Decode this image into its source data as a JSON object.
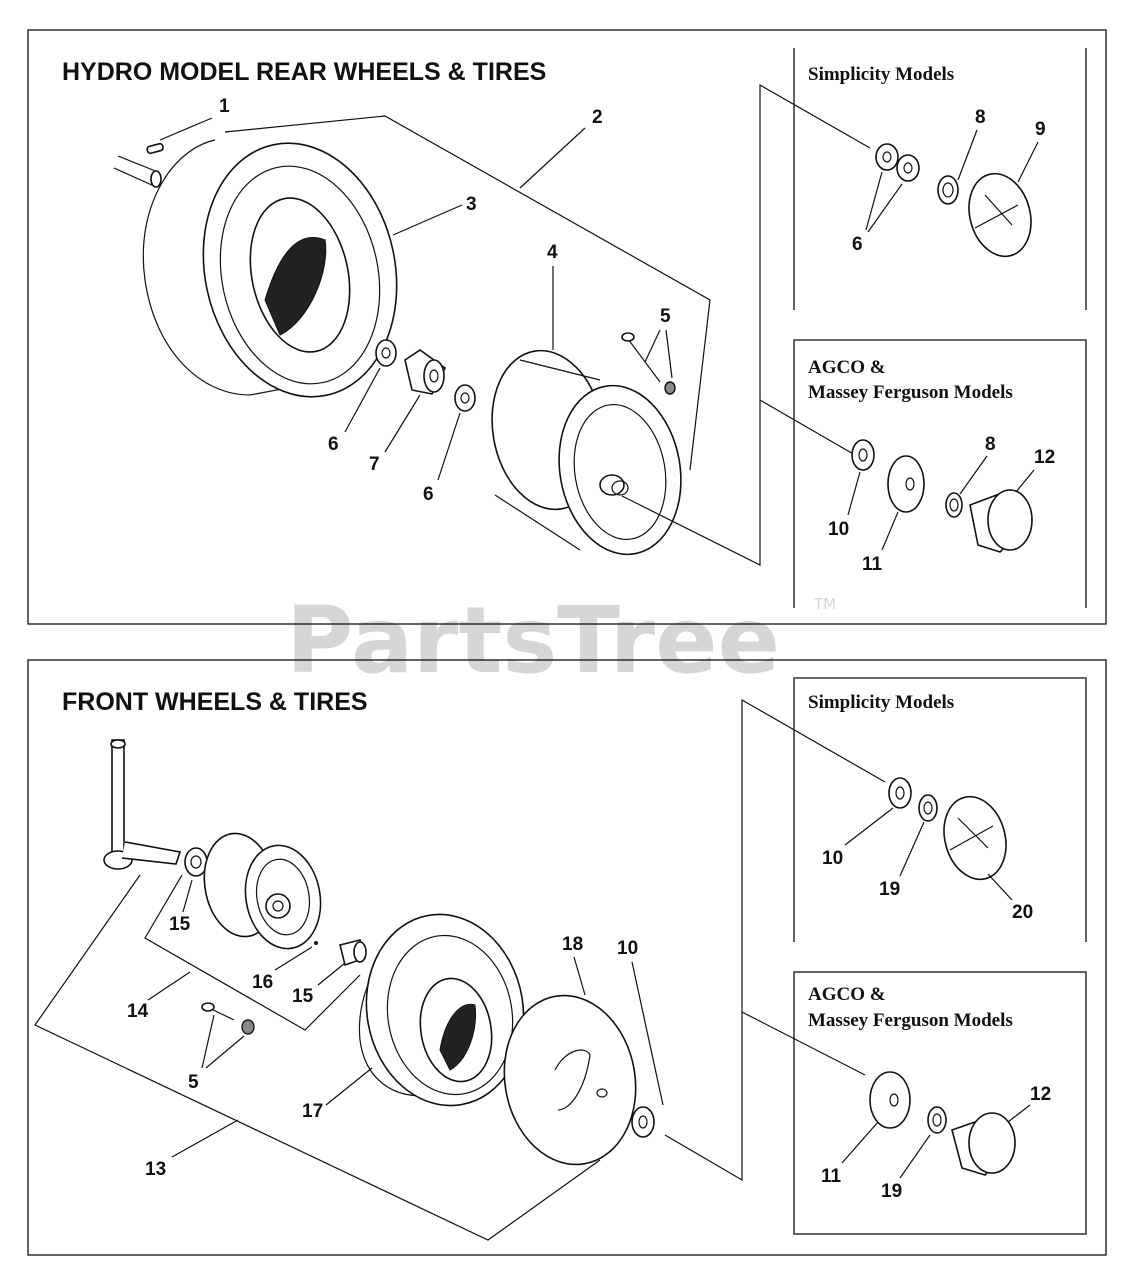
{
  "watermark": {
    "text": "PartsTree",
    "trademark": "TM"
  },
  "rear_section": {
    "title": "HYDRO MODEL REAR WHEELS & TIRES",
    "simplicity_box": {
      "title": "Simplicity Models",
      "callouts": [
        "8",
        "9",
        "6"
      ]
    },
    "agco_box": {
      "title_line1": "AGCO &",
      "title_line2": "Massey Ferguson Models",
      "callouts": [
        "8",
        "12",
        "10",
        "11"
      ]
    },
    "callouts": [
      "1",
      "2",
      "3",
      "4",
      "5",
      "6",
      "7",
      "6"
    ]
  },
  "front_section": {
    "title": "FRONT WHEELS & TIRES",
    "simplicity_box": {
      "title": "Simplicity Models",
      "callouts": [
        "10",
        "19",
        "20"
      ]
    },
    "agco_box": {
      "title_line1": "AGCO &",
      "title_line2": "Massey Ferguson Models",
      "callouts": [
        "12",
        "11",
        "19"
      ]
    },
    "callouts": [
      "15",
      "16",
      "15",
      "14",
      "5",
      "17",
      "18",
      "10",
      "13"
    ]
  }
}
